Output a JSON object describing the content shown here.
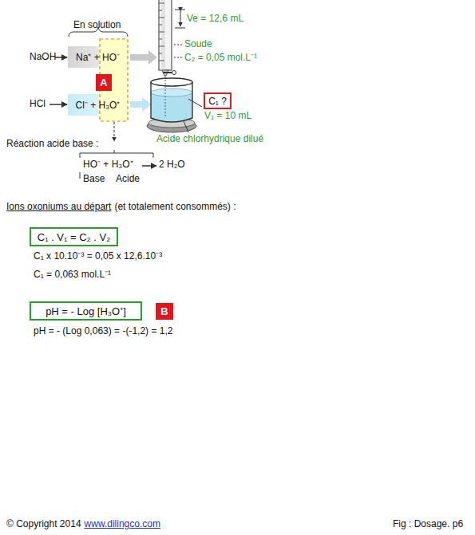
{
  "diagram": {
    "nodes": [
      {
        "text": [
          "Na⁺ + HO⁻"
        ]
      },
      {
        "text": [
          "A"
        ]
      },
      {
        "text": [
          "Cl⁻ + H₃O⁺"
        ]
      },
      {
        "text": [
          "C₁ ?"
        ]
      },
      {
        "text": [
          "C₁ . V₁ = C₂ . V₂"
        ]
      },
      {
        "text": [
          "pH = - Log [H₃O⁺]"
        ]
      },
      {
        "text": [
          "B"
        ]
      }
    ],
    "labels": [
      "En solution",
      "NaOH",
      "HCl",
      "Ve = 12,6 mL",
      "Soude",
      "C₂ = 0,05 mol.L⁻¹",
      "V₁ = 10 mL",
      "Acide chlorhydrique dilué",
      "Réaction acide base :",
      "HO⁻ + H₃O⁺",
      "2 H₂O",
      "Base",
      "Acide",
      "Ions oxoniums au départ",
      "(et totalement consommés) :",
      "C₁ x 10.10⁻³ = 0,05  x 12,6.10⁻³",
      "C₁ = 0,063 mol.L⁻¹",
      "pH = - (Log 0,063) = -(-1,2) = 1,2",
      "© Copyright 2014",
      "www.dilingco.com",
      "Fig :  Dosage. p6"
    ]
  }
}
